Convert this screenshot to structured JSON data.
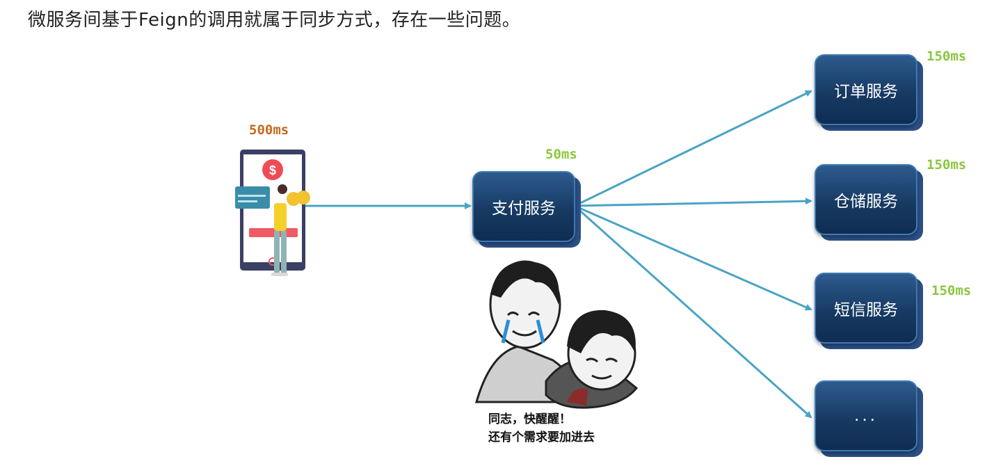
{
  "title": "微服务间基于Feign的调用就属于同步方式，存在一些问题。",
  "client": {
    "latency": "500ms"
  },
  "payment": {
    "label": "支付服务",
    "latency": "50ms"
  },
  "services": [
    {
      "label": "订单服务",
      "latency": "150ms"
    },
    {
      "label": "仓储服务",
      "latency": "150ms"
    },
    {
      "label": "短信服务",
      "latency": "150ms"
    },
    {
      "label": "...",
      "latency": ""
    }
  ],
  "meme": {
    "line1": "同志，快醒醒！",
    "line2": "还有个需求要加进去"
  },
  "colors": {
    "latency_green": "#8cc63f",
    "latency_orange": "#c26a1f",
    "arrow": "#4aa3c4",
    "box": "#173a63"
  }
}
